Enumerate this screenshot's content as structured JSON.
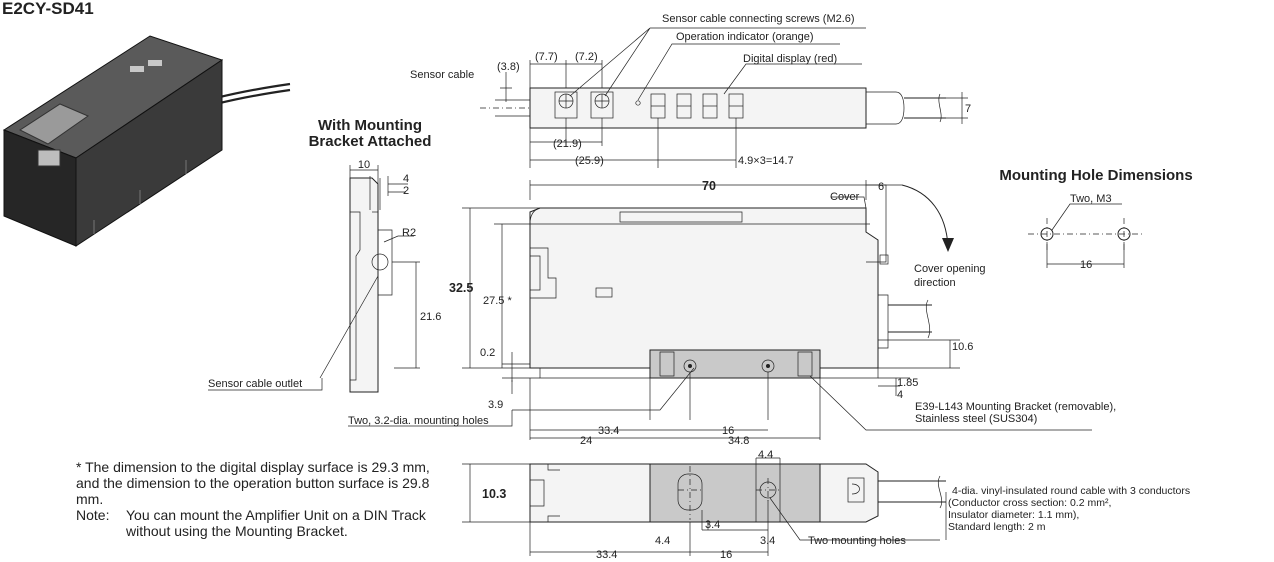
{
  "model": "E2CY-SD41",
  "headings": {
    "bracket_view": [
      "With Mounting",
      "Bracket Attached"
    ],
    "mounting_holes": "Mounting Hole Dimensions"
  },
  "callouts": {
    "sensor_cable_screws": "Sensor cable connecting screws (M2.6)",
    "operation_indicator": "Operation indicator (orange)",
    "digital_display": "Digital display (red)",
    "sensor_cable": "Sensor cable",
    "cover": "Cover",
    "cover_opening": [
      "Cover opening",
      "direction"
    ],
    "two_m3": "Two, M3",
    "sensor_cable_outlet": "Sensor cable outlet",
    "mounting_holes_32": "Two, 3.2-dia. mounting holes",
    "bracket": [
      "E39-L143 Mounting Bracket (removable),",
      "Stainless steel (SUS304)"
    ],
    "two_mounting_holes": "Two mounting holes",
    "cable": [
      "4-dia. vinyl-insulated round cable with 3 conductors",
      "(Conductor cross section: 0.2 mm²,",
      "Insulator diameter: 1.1 mm),",
      "Standard length: 2 m"
    ]
  },
  "dimensions": {
    "top": {
      "d3_8": "(3.8)",
      "d7_7": "(7.7)",
      "d7_2": "(7.2)",
      "d7": "7",
      "d21_9": "(21.9)",
      "d25_9": "(25.9)",
      "pitch": "4.9×3=14.7"
    },
    "side": {
      "d10": "10",
      "d4": "4",
      "d2": "2",
      "r2": "R2",
      "d21_6": "21.6"
    },
    "front": {
      "d70": "70",
      "d6": "6",
      "d32_5": "32.5",
      "d27_5": "27.5 *",
      "d0_2": "0.2",
      "d3_9": "3.9",
      "d10_6": "10.6",
      "d1_85": "1.85",
      "d4": "4",
      "d33_4": "33.4",
      "d24": "24",
      "d16": "16",
      "d34_8": "34.8"
    },
    "holes": {
      "d16": "16"
    },
    "bottom": {
      "d10_3": "10.3",
      "d4_4a": "4.4",
      "d3_4a": "3.4",
      "d4_4b": "4.4",
      "d3_4b": "3.4",
      "d33_4": "33.4",
      "d16": "16"
    }
  },
  "notes": {
    "star": "* The dimension to the digital display surface is 29.3 mm, and the dimension to the operation button surface is 29.8 mm.",
    "note_tag": "Note:",
    "note_text": "You can mount the Amplifier Unit on a DIN Track without using the Mounting Bracket."
  }
}
